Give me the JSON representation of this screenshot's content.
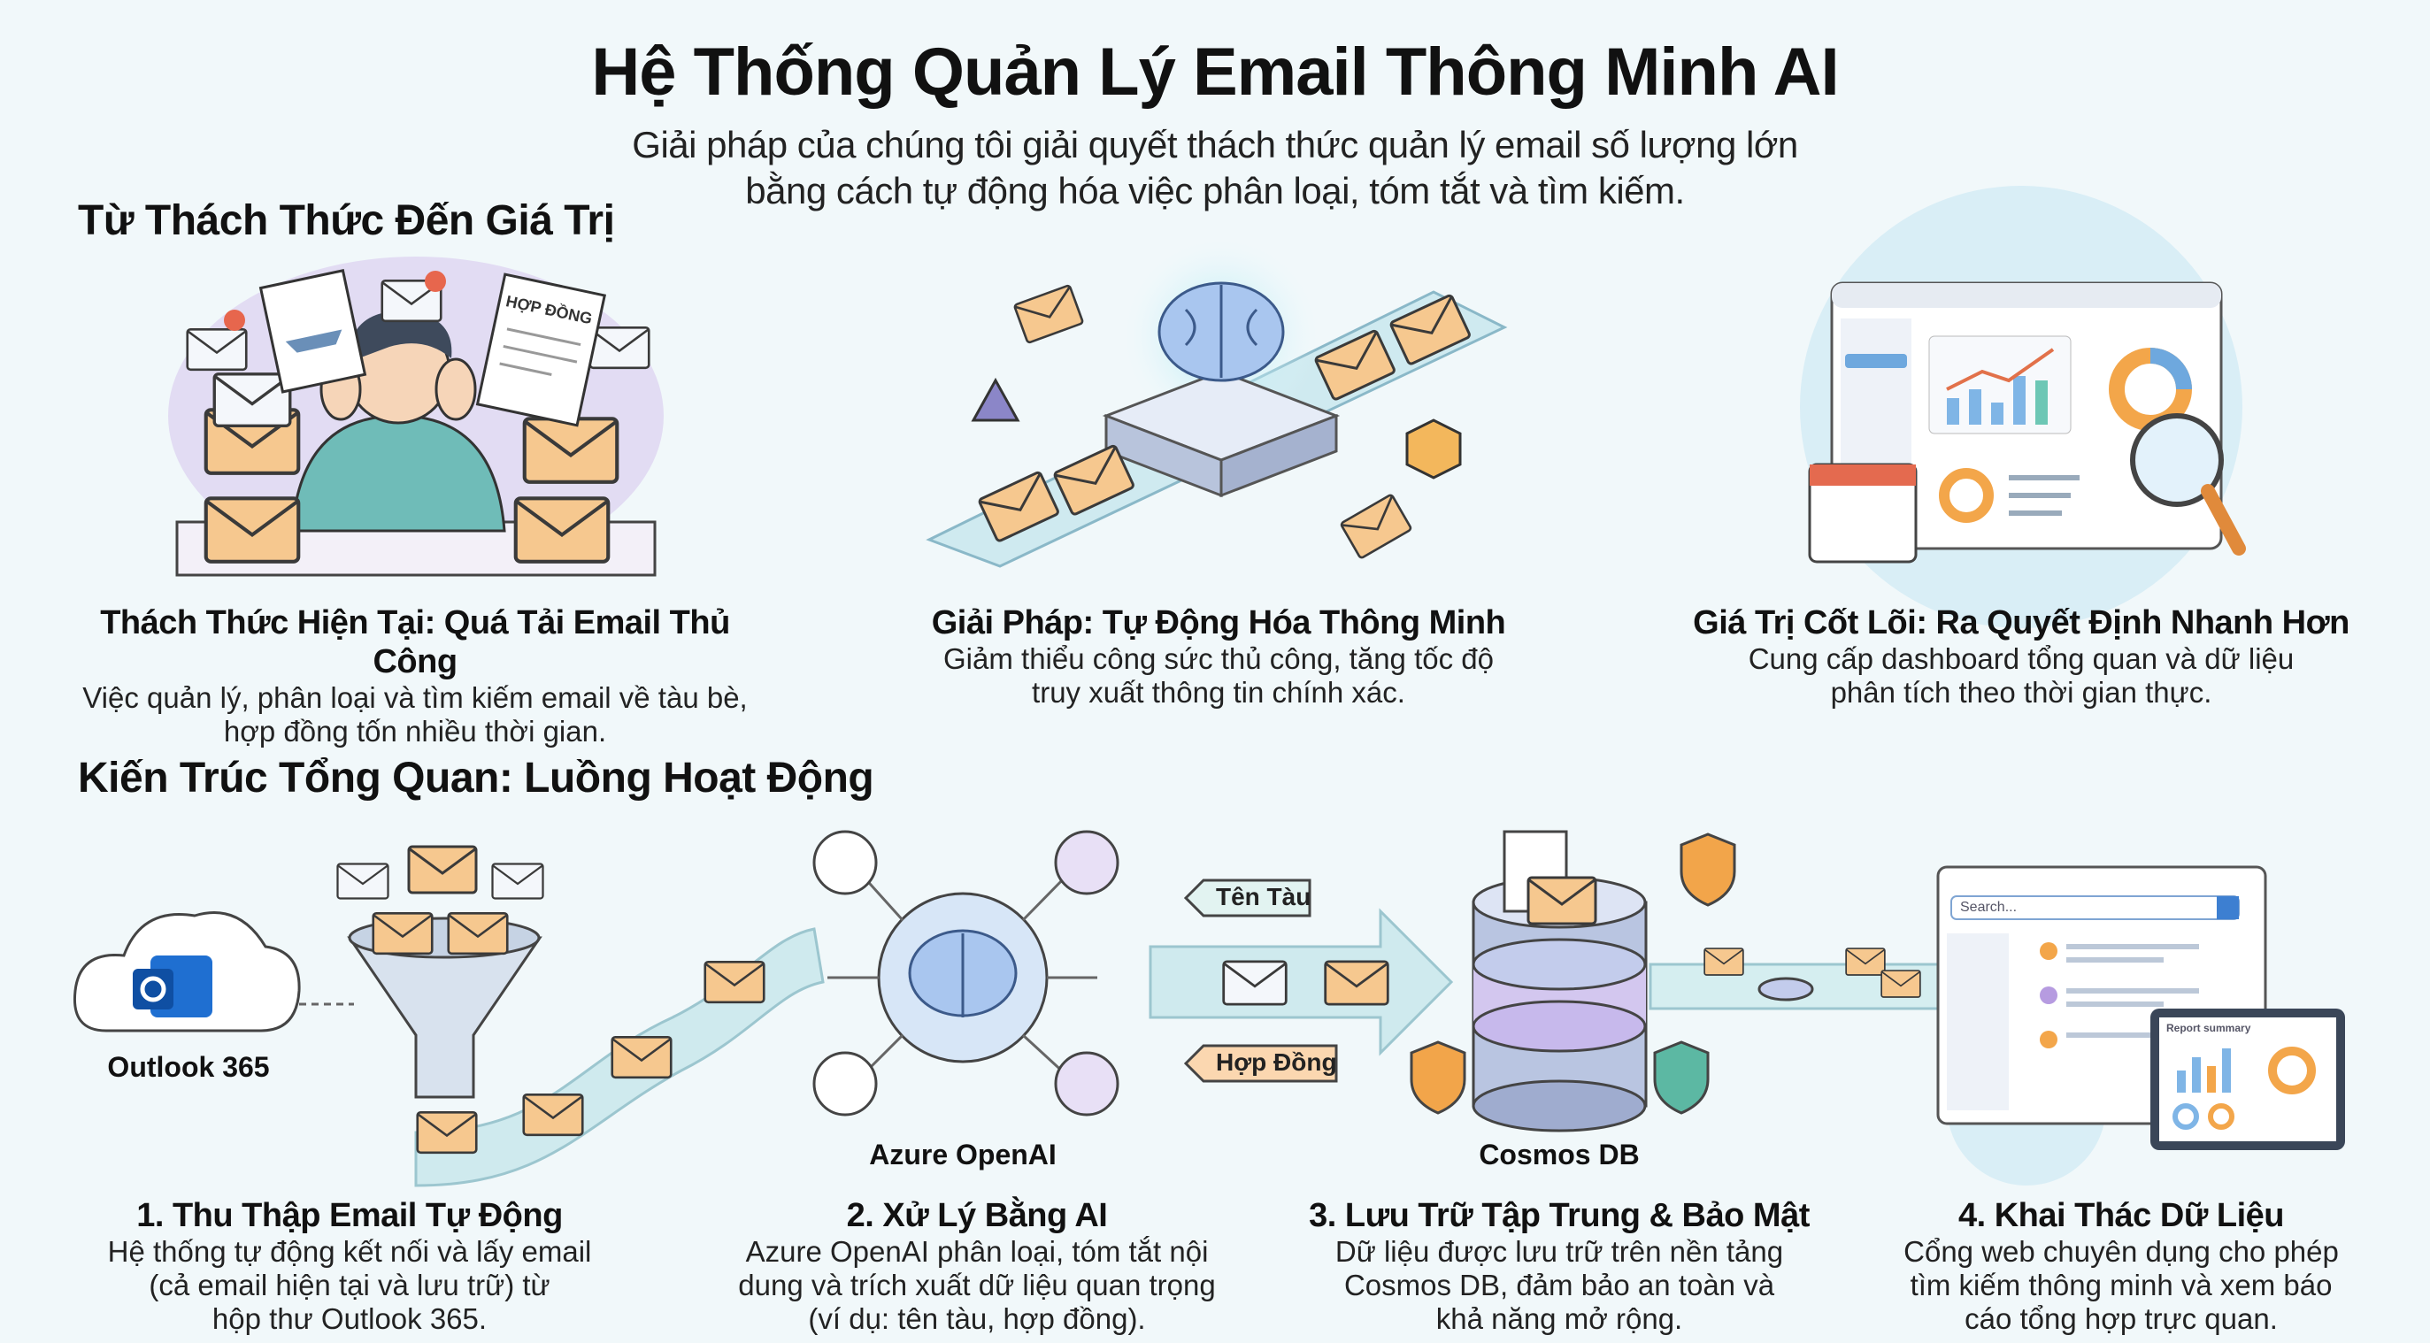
{
  "header": {
    "title": "Hệ Thống Quản Lý Email Thông Minh AI",
    "subtitle_line1": "Giải pháp của chúng tôi giải quyết thách thức quản lý email số lượng lớn",
    "subtitle_line2": "bằng cách tự động hóa việc phân loại, tóm tắt và tìm kiếm."
  },
  "section_value": {
    "heading": "Từ Thách Thức Đến Giá Trị",
    "illustration_text": "HỢP ĐỒNG",
    "cards": [
      {
        "title": "Thách Thức Hiện Tại: Quá Tải Email Thủ Công",
        "line1": "Việc quản lý, phân loại và tìm kiếm email về tàu bè,",
        "line2": "hợp đồng tốn nhiều thời gian."
      },
      {
        "title": "Giải Pháp: Tự Động Hóa Thông Minh",
        "line1": "Giảm thiểu công sức thủ công, tăng tốc độ",
        "line2": "truy xuất thông tin chính xác."
      },
      {
        "title": "Giá Trị Cốt Lõi: Ra Quyết Định Nhanh Hơn",
        "line1": "Cung cấp dashboard tổng quan và dữ liệu",
        "line2": "phân tích theo thời gian thực."
      }
    ]
  },
  "section_arch": {
    "heading": "Kiến Trúc Tổng Quan: Luồng Hoạt Động",
    "labels": {
      "outlook": "Outlook 365",
      "azure": "Azure OpenAI",
      "cosmos": "Cosmos DB"
    },
    "tags": {
      "ship": "Tên Tàu",
      "contract": "Hợp Đồng"
    },
    "portal": {
      "search_placeholder": "Search...",
      "report_title": "Report summary"
    },
    "steps": [
      {
        "title": "1. Thu Thập Email Tự Động",
        "lines": [
          "Hệ thống tự động kết nối và lấy email",
          "(cả email hiện tại và lưu trữ) từ",
          "hộp thư Outlook 365."
        ]
      },
      {
        "title": "2. Xử Lý Bằng AI",
        "lines": [
          "Azure OpenAI phân loại, tóm tắt nội",
          "dung và trích xuất dữ liệu quan trọng",
          "(ví dụ: tên tàu, hợp đồng)."
        ]
      },
      {
        "title": "3. Lưu Trữ Tập Trung & Bảo Mật",
        "lines": [
          "Dữ liệu được lưu trữ trên nền tảng",
          "Cosmos DB, đảm bảo an toàn và",
          "khả năng mở rộng."
        ]
      },
      {
        "title": "4. Khai Thác Dữ Liệu",
        "lines": [
          "Cổng web chuyên dụng cho phép",
          "tìm kiếm thông minh và xem báo",
          "cáo tổng hợp trực quan."
        ]
      }
    ]
  },
  "colors": {
    "envelope": "#f6c88f",
    "envelope_stroke": "#3a3a3a",
    "teal": "#bfe6ea",
    "purple": "#e2dcf3",
    "shirt": "#6fbcb8",
    "shield": "#f2a54a",
    "shield_green": "#5cb8a3"
  }
}
